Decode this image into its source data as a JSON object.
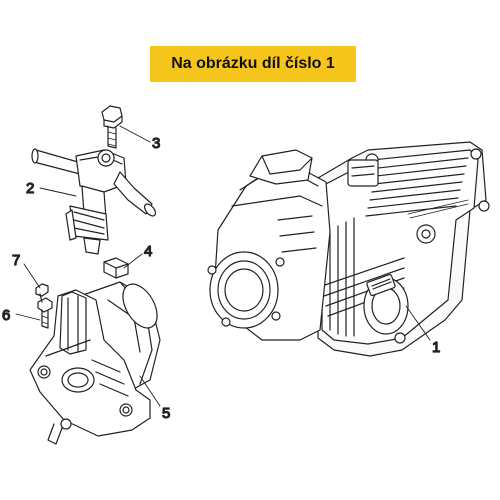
{
  "banner": {
    "text": "Na obrázku díl číslo 1",
    "color": "#f6c51b"
  },
  "callouts": [
    {
      "id": "1",
      "label": "1"
    },
    {
      "id": "2",
      "label": "2"
    },
    {
      "id": "3",
      "label": "3"
    },
    {
      "id": "4",
      "label": "4"
    },
    {
      "id": "5",
      "label": "5"
    },
    {
      "id": "6",
      "label": "6"
    },
    {
      "id": "7",
      "label": "7"
    }
  ],
  "parts": [
    {
      "name": "throttle-body-icon"
    },
    {
      "name": "fuel-injector-icon"
    },
    {
      "name": "bolt-icon"
    },
    {
      "name": "clip-nut-icon"
    },
    {
      "name": "intake-manifold-icon"
    },
    {
      "name": "screw-icon"
    }
  ]
}
